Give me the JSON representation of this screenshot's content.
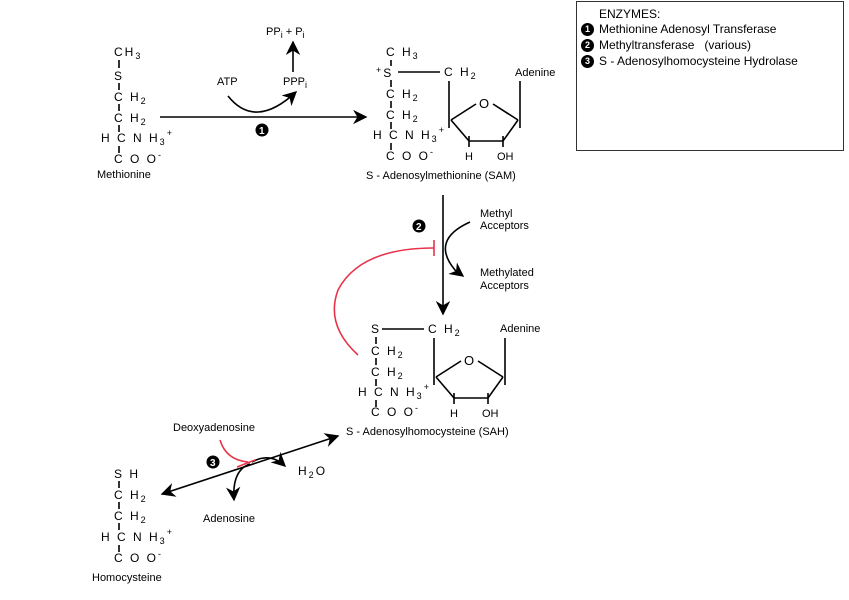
{
  "legend": {
    "title": "ENZYMES:",
    "items": [
      {
        "num": "1",
        "label": "Methionine Adenosyl Transferase"
      },
      {
        "num": "2",
        "label": "Methyltransferase   (various)"
      },
      {
        "num": "3",
        "label": "S - Adenosylhomocysteine Hydrolase"
      }
    ]
  },
  "colors": {
    "inhibition": "#e8334a",
    "line": "#000000"
  },
  "methionine": {
    "rows": [
      "CH3",
      "S",
      "CH2",
      "CH2",
      "HCNH3+",
      "COO-"
    ],
    "name": "Methionine"
  },
  "step1": {
    "enzyme_num": "1",
    "input": "ATP",
    "output": "PPPi",
    "products": "PPi + Pi"
  },
  "sam": {
    "methyl": "CH3",
    "sulfur": "+S",
    "ch2_link": "CH2",
    "base": "Adenine",
    "ring_o": "O",
    "ring_h": "H",
    "ring_oh": "OH",
    "rows": [
      "CH2",
      "CH2",
      "HCNH3+",
      "COO-"
    ],
    "name": "S - Adenosylmethionine (SAM)"
  },
  "step2": {
    "enzyme_num": "2",
    "input_line1": "Methyl",
    "input_line2": "Acceptors",
    "output_line1": "Methylated",
    "output_line2": "Acceptors"
  },
  "sah": {
    "sulfur": "S",
    "ch2_link": "CH2",
    "base": "Adenine",
    "ring_o": "O",
    "ring_h": "H",
    "ring_oh": "OH",
    "rows": [
      "CH2",
      "CH2",
      "HCNH3+",
      "COO-"
    ],
    "name": "S - Adenosylhomocysteine  (SAH)"
  },
  "step3": {
    "enzyme_num": "3",
    "inhibitor": "Deoxyadenosine",
    "water": "H2O",
    "product": "Adenosine"
  },
  "homocysteine": {
    "rows": [
      "SH",
      "CH2",
      "CH2",
      "HCNH3+",
      "COO-"
    ],
    "name": "Homocysteine"
  }
}
